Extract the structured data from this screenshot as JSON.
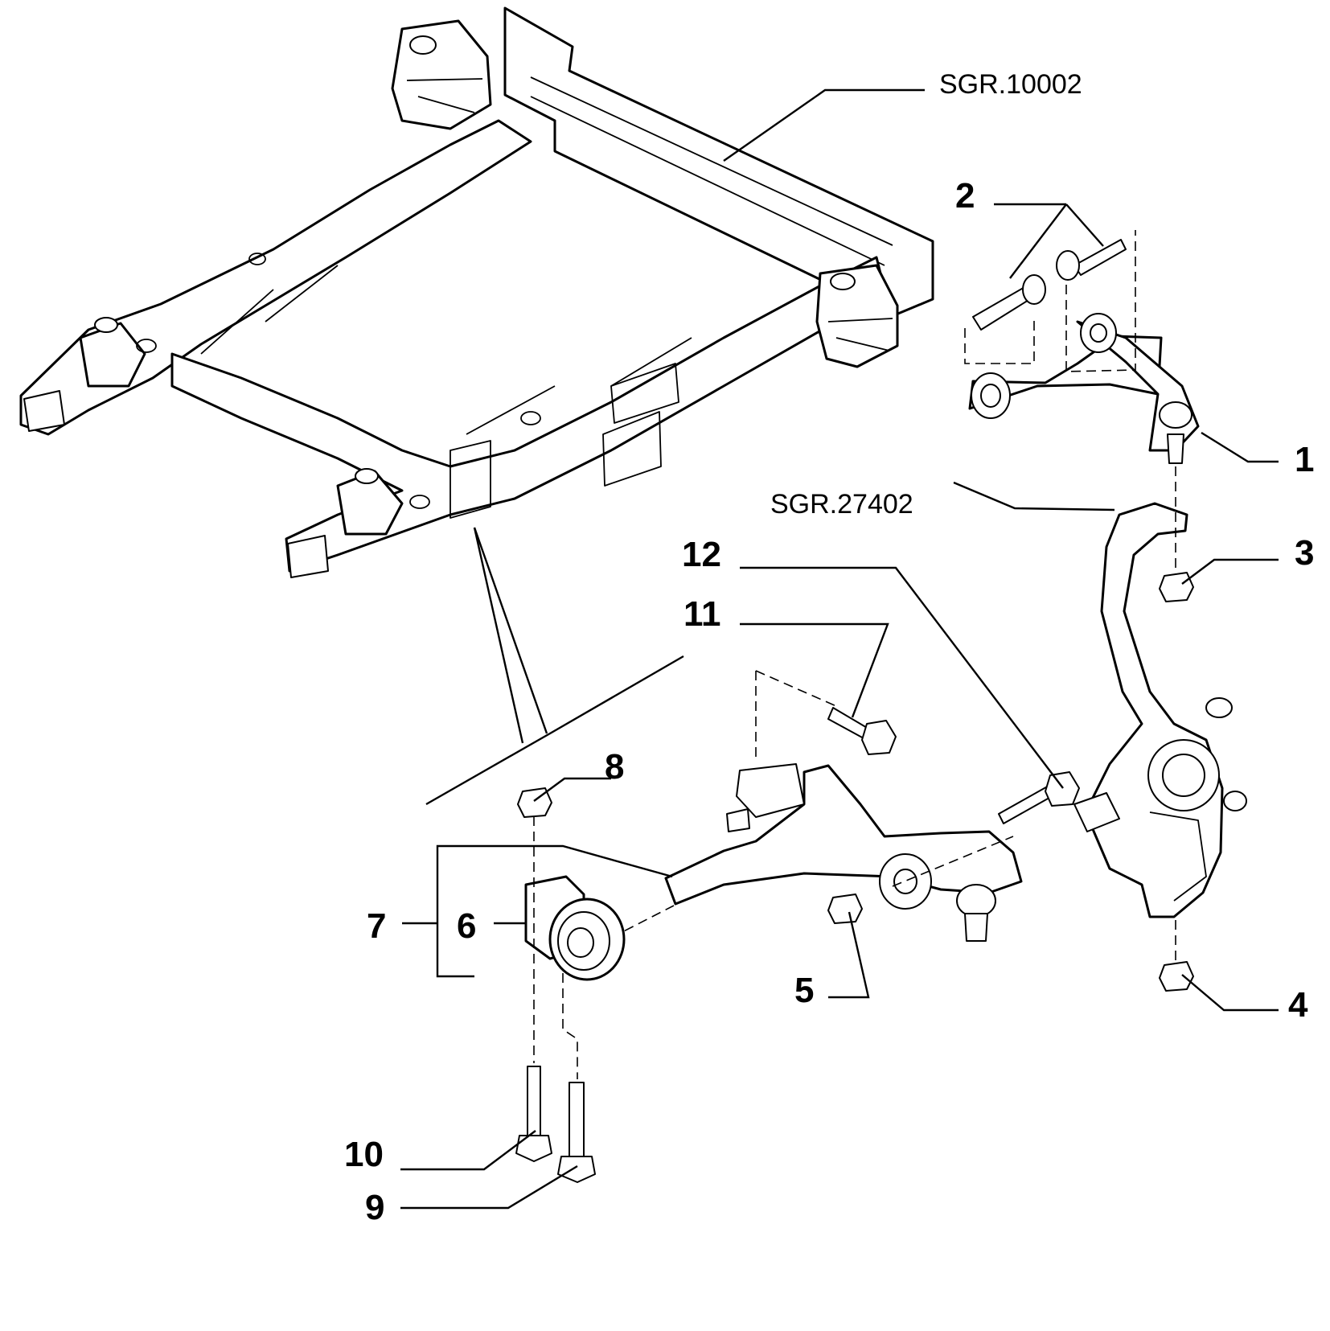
{
  "drawing": {
    "references": [
      {
        "key": "subframe",
        "label": "SGR.10002"
      },
      {
        "key": "knuckle",
        "label": "SGR.27402"
      }
    ],
    "callouts": [
      {
        "key": "c1",
        "label": "1"
      },
      {
        "key": "c2",
        "label": "2"
      },
      {
        "key": "c3",
        "label": "3"
      },
      {
        "key": "c4",
        "label": "4"
      },
      {
        "key": "c5",
        "label": "5"
      },
      {
        "key": "c6",
        "label": "6"
      },
      {
        "key": "c7",
        "label": "7"
      },
      {
        "key": "c8",
        "label": "8"
      },
      {
        "key": "c9",
        "label": "9"
      },
      {
        "key": "c10",
        "label": "10"
      },
      {
        "key": "c11",
        "label": "11"
      },
      {
        "key": "c12",
        "label": "12"
      }
    ]
  }
}
